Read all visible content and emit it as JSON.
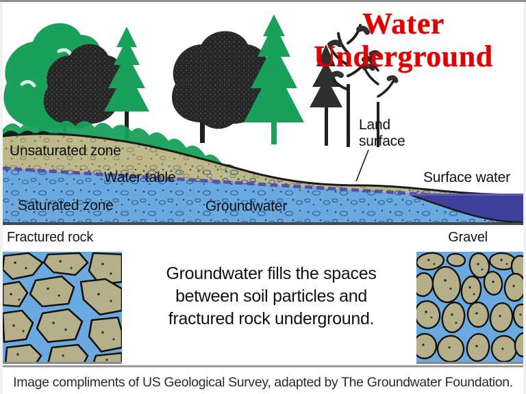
{
  "title": {
    "line1": "Water",
    "line2": "Underground"
  },
  "cross_section": {
    "labels": {
      "unsaturated_zone": "Unsaturated zone",
      "water_table": "Water table",
      "saturated_zone": "Saturated zone",
      "groundwater": "Groundwater",
      "land_surface": "Land\nsurface",
      "surface_water": "Surface water"
    }
  },
  "lower_panel": {
    "fractured_rock_caption": "Fractured rock",
    "gravel_caption": "Gravel",
    "center_text": "Groundwater fills the spaces\nbetween soil particles and\nfractured rock underground."
  },
  "footer": {
    "credit": "Image compliments of US Geological Survey, adapted by The Groundwater Foundation."
  },
  "colors": {
    "title_red": "#e00000",
    "unsaturated_soil": "#bdb98a",
    "groundwater_blue": "#6aaae0",
    "surface_water_navy": "#3f3f9c",
    "water_table_dash": "#5a4fa8",
    "tree_green": "#19a05a",
    "tree_dark": "#2a2a2a",
    "rock_tan": "#b5b089",
    "outline_black": "#111111"
  }
}
